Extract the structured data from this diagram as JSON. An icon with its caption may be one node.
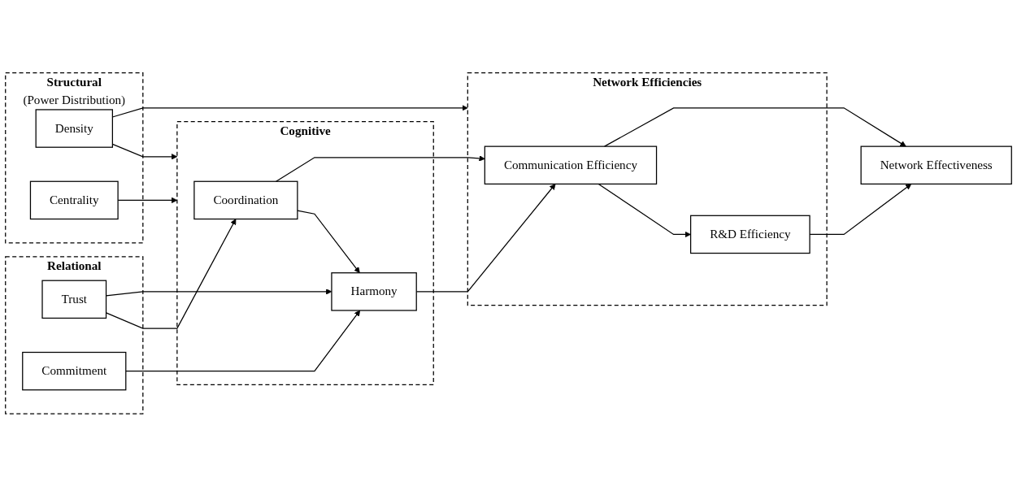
{
  "diagram": {
    "nodes": [
      {
        "text": [
          "Structural",
          "(Power Distribution)"
        ]
      },
      {
        "text": [
          "Density"
        ],
        "in": 0
      },
      {
        "text": [
          "Centrality"
        ],
        "in": 0
      },
      {
        "text": [
          "Relational"
        ]
      },
      {
        "text": [
          "Trust"
        ],
        "in": 3
      },
      {
        "text": [
          "Commitment"
        ],
        "in": 3
      },
      {
        "text": [
          "Cognitive"
        ]
      },
      {
        "text": [
          "Coordination"
        ],
        "in": 6
      },
      {
        "text": [
          "Harmony"
        ],
        "in": 6
      },
      {
        "text": [
          "Network Efficiencies"
        ]
      },
      {
        "text": [
          "Communication Efficiency"
        ],
        "in": 9
      },
      {
        "text": [
          "R&D Efficiency"
        ],
        "in": 9
      },
      {
        "text": [
          "Network Effectiveness"
        ]
      }
    ],
    "edges": [
      {
        "from": 1,
        "to": 6,
        "arrow": "to"
      },
      {
        "from": 1,
        "to": 9,
        "arrow": "to"
      },
      {
        "from": 2,
        "to": 6,
        "arrow": "to"
      },
      {
        "from": 4,
        "to": 7,
        "arrow": "to"
      },
      {
        "from": 4,
        "to": 8,
        "arrow": "to"
      },
      {
        "from": 5,
        "to": 8,
        "arrow": "to"
      },
      {
        "from": 7,
        "to": 8,
        "arrow": "to"
      },
      {
        "from": 7,
        "to": 10,
        "arrow": "to"
      },
      {
        "from": 8,
        "to": 10,
        "arrow": "to"
      },
      {
        "from": 10,
        "to": 11,
        "arrow": "to"
      },
      {
        "from": 10,
        "to": 12,
        "arrow": "to"
      },
      {
        "from": 11,
        "to": 12,
        "arrow": "to"
      }
    ]
  }
}
